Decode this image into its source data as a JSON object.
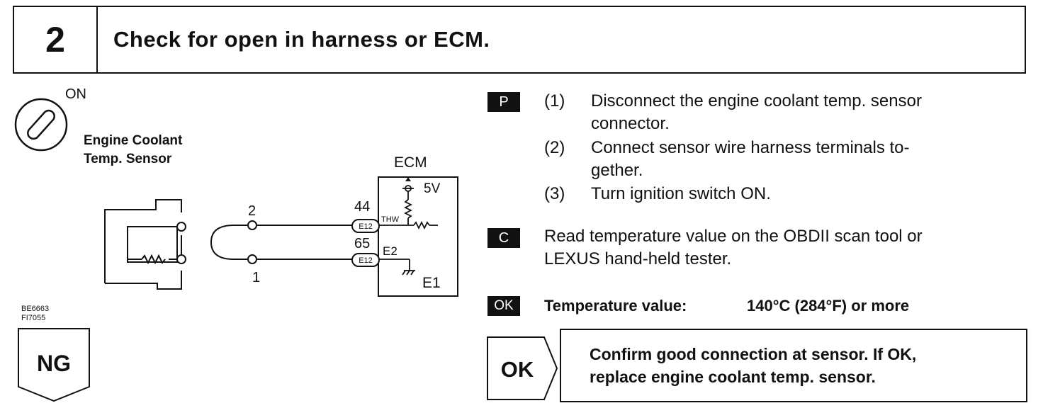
{
  "header": {
    "step_number": "2",
    "title": "Check for open in harness or ECM."
  },
  "diagram": {
    "ignition_label": "ON",
    "sensor_label_line1": "Engine Coolant",
    "sensor_label_line2": "Temp. Sensor",
    "ecm_label": "ECM",
    "voltage_label": "5V",
    "pin_top": "2",
    "pin_bottom": "1",
    "ecm_pin_top": "44",
    "ecm_pin_bottom": "65",
    "connector_top": "E12",
    "connector_bottom": "E12",
    "signal_thw": "THW",
    "signal_e2": "E2",
    "ground_e1": "E1"
  },
  "figure_codes": {
    "code1": "BE6663",
    "code2": "FI7055"
  },
  "ng_label": "NG",
  "prep": {
    "badge": "P",
    "steps": [
      {
        "num": "(1)",
        "line1": "Disconnect the engine coolant temp. sensor",
        "line2": "connector."
      },
      {
        "num": "(2)",
        "line1": "Connect sensor wire harness terminals to-",
        "line2": "gether."
      },
      {
        "num": "(3)",
        "line1": "Turn ignition switch ON.",
        "line2": ""
      }
    ]
  },
  "check": {
    "badge": "C",
    "line1": "Read temperature value on the OBDII scan tool or",
    "line2": "LEXUS hand-held tester."
  },
  "ok_spec": {
    "badge": "OK",
    "label": "Temperature value:",
    "value": "140°C (284°F) or more"
  },
  "ok_result": {
    "label": "OK",
    "line1": "Confirm good connection at sensor. If OK,",
    "line2": "replace engine coolant temp. sensor."
  }
}
